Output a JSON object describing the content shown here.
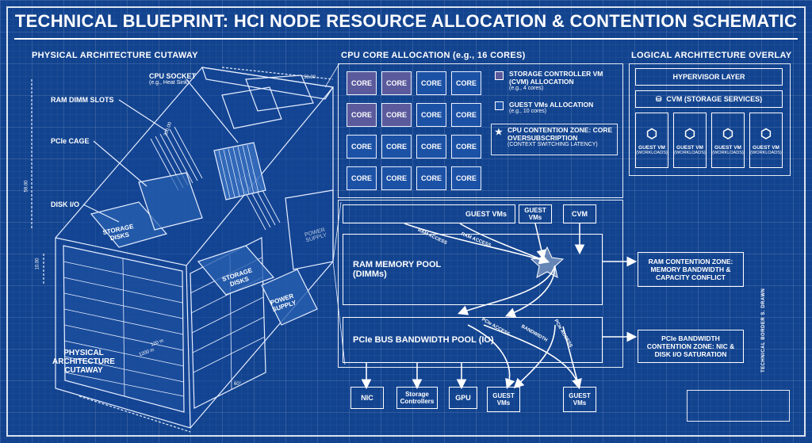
{
  "title": "TECHNICAL BLUEPRINT: HCI NODE RESOURCE ALLOCATION & CONTENTION SCHEMATIC",
  "physical": {
    "heading": "PHYSICAL ARCHITECTURE CUTAWAY",
    "cpu_socket": "CPU SOCKET",
    "cpu_socket_sub": "(e.g., Heat Sink)",
    "ram_slots": "RAM DIMM SLOTS",
    "pcie_cage": "PCIe CAGE",
    "disk_io": "DISK I/O",
    "storage_disks_1": "STORAGE DISKS",
    "storage_disks_2": "STORAGE DISKS",
    "power_supply": "POWER SUPPLY",
    "power_supply_2": "POWER SUPPLY",
    "caption": "PHYSICAL ARCHITECTURE CUTAWAY",
    "dim_top": "58.30",
    "dim_depth": "300.00",
    "dim_height": "59.00",
    "dim_side": "10.00",
    "dim_w1": "120 m",
    "dim_w2": "1200 m",
    "dim_angle": "60°"
  },
  "cpu": {
    "heading": "CPU CORE ALLOCATION (e.g., 16 CORES)",
    "core_label": "CORE",
    "cores": [
      "cvm",
      "cvm",
      "guest",
      "guest",
      "cvm",
      "cvm",
      "guest",
      "guest",
      "guest",
      "guest",
      "guest",
      "guest",
      "guest",
      "guest",
      "guest",
      "guest"
    ],
    "legend_cvm": "STORAGE CONTROLLER VM (CVM) ALLOCATION",
    "legend_cvm_sub": "(e.g., 4 cores)",
    "legend_guest": "GUEST VMs ALLOCATION",
    "legend_guest_sub": "(e.g., 10 cores)",
    "contention": "CPU CONTENTION ZONE: CORE OVERSUBSCRIPTION",
    "contention_sub": "(CONTEXT SWITCHING LATENCY)",
    "cvm_color": "#5b5a9c",
    "guest_color": "#1c52a6"
  },
  "logical": {
    "heading": "LOGICAL ARCHITECTURE OVERLAY",
    "hypervisor": "HYPERVISOR LAYER",
    "cvm": "CVM (STORAGE SERVICES)",
    "guest_vm": "GUEST VM",
    "workloads": "(WORKLOADS)"
  },
  "flow": {
    "guest_vms": "GUEST VMs",
    "guest_vms_small": "GUEST VMs",
    "cvm": "CVM",
    "ram_pool": "RAM MEMORY POOL (DIMMs)",
    "pcie_pool": "PCIe BUS BANDWIDTH POOL (IO)",
    "ram_access_1": "RAM ACCESS",
    "ram_access_2": "RAM ACCESS",
    "pcie_access": "PCIe ACCESS",
    "pcie_access_2": "PCIe ACCESS",
    "bandwidth": "BANDWIDTH",
    "ram_contention": "RAM CONTENTION ZONE: MEMORY BANDWIDTH & CAPACITY CONFLICT",
    "pcie_contention": "PCIe BANDWIDTH CONTENTION ZONE: NIC & DISK I/O SATURATION",
    "nic": "NIC",
    "storage_controllers": "Storage Controllers",
    "gpu": "GPU",
    "guest_vms_b1": "GUEST VMs",
    "guest_vms_b2": "GUEST VMs"
  },
  "side_text": "TECHNICAL BORDER S. DRAWN"
}
